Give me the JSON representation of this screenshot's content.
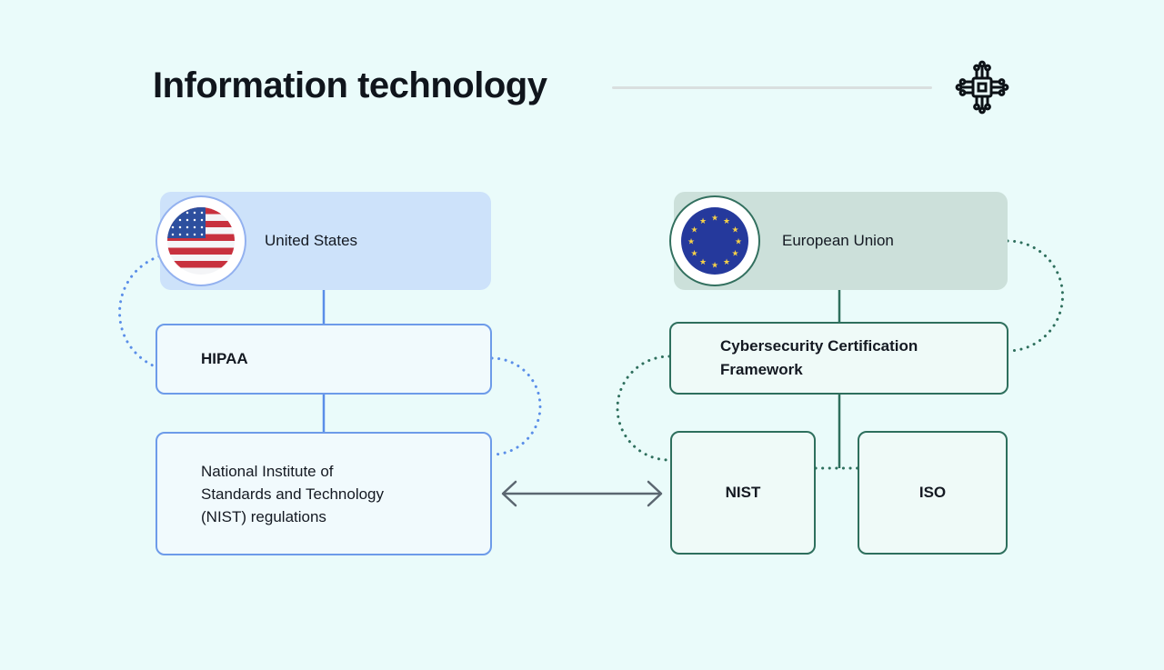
{
  "header": {
    "title": "Information technology",
    "icon": "microchip-icon"
  },
  "colors": {
    "page_bg": "#eafbfa",
    "title_text": "#10151c",
    "divider": "#d9dfdf",
    "us_accent": "#5a8ee8",
    "us_card_bg": "#cde2fa",
    "us_box_bg": "#f1fafd",
    "eu_accent": "#2e6f5d",
    "eu_card_bg": "#cce0da",
    "eu_box_bg": "#effaf8",
    "arrow": "#5b6670",
    "label_text": "#141922"
  },
  "diagram": {
    "us": {
      "region": "United States",
      "flag": "us-flag-icon",
      "items": [
        {
          "label": "HIPAA"
        },
        {
          "label": "National Institute of\nStandards and Technology\n(NIST) regulations"
        }
      ]
    },
    "eu": {
      "region": "European Union",
      "flag": "eu-flag-icon",
      "items": [
        {
          "label": "Cybersecurity Certification\nFramework"
        },
        {
          "label": "NIST"
        },
        {
          "label": "ISO"
        }
      ]
    },
    "relation": "bidirectional-arrow"
  }
}
